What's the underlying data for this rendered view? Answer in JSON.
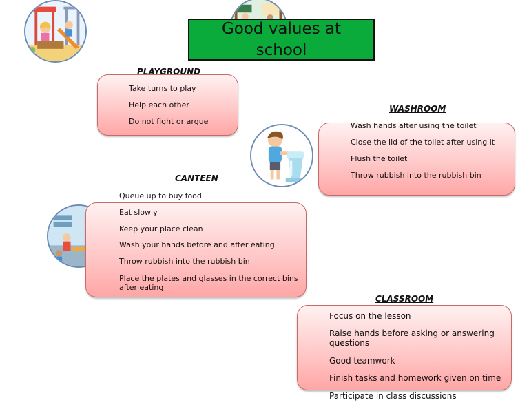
{
  "title": "Good values at school",
  "playground": {
    "heading": "PLAYGROUND",
    "items": [
      "Take turns to play",
      "Help each other",
      "Do not fight or argue"
    ]
  },
  "washroom": {
    "heading": "WASHROOM",
    "items": [
      "Wash hands after using the toilet",
      "Close the lid of the toilet after using it",
      "Flush the toilet",
      "Throw rubbish into the rubbish bin"
    ]
  },
  "canteen": {
    "heading": "CANTEEN",
    "items": [
      "Queue up to buy food",
      "Eat slowly",
      "Keep your place clean",
      "Wash your hands before and after eating",
      "Throw rubbish into the rubbish bin",
      "Place the plates and glasses in the correct bins after eating"
    ]
  },
  "classroom": {
    "heading": "CLASSROOM",
    "items": [
      "Focus on the lesson",
      "Raise hands before asking or answering questions",
      "Good teamwork",
      "Finish tasks and homework given on time",
      "Participate in class discussions"
    ]
  },
  "colors": {
    "title_bg": "#0bab3b",
    "box_pink": "#ffc9c9",
    "circle_border": "#6d8cb4"
  },
  "illustrations": [
    "playground-illustration",
    "classroom-illustration",
    "washroom-boy-illustration",
    "canteen-illustration"
  ]
}
